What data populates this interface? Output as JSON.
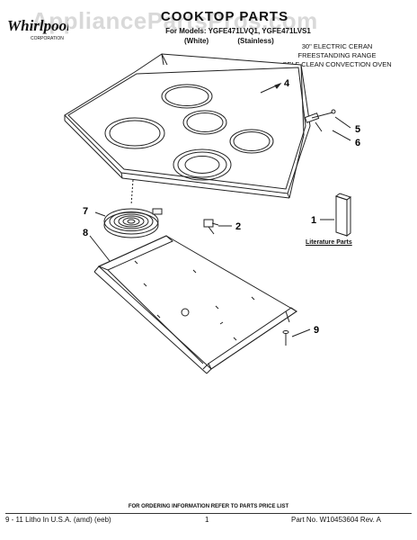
{
  "header": {
    "brand_logo": "Whirlpool",
    "brand_sub": "CORPORATION",
    "watermark": "AppliancePartsPros.com",
    "title": "COOKTOP PARTS",
    "models_line": "For Models: YGFE471LVQ1, YGFE471LVS1",
    "variants": [
      "(White)",
      "(Stainless)"
    ],
    "description": [
      "30\" ELECTRIC CERAN",
      "FREESTANDING RANGE",
      "SELF CLEAN CONVECTION OVEN"
    ]
  },
  "callouts": [
    "1",
    "2",
    "4",
    "5",
    "6",
    "7",
    "8",
    "9"
  ],
  "literature_label": "Literature Parts",
  "footer": {
    "order_note": "FOR ORDERING INFORMATION REFER TO PARTS PRICE LIST",
    "left": "9 - 11 Litho In U.S.A. (amd) (eeb)",
    "page": "1",
    "right": "Part No. W10453604 Rev. A"
  }
}
